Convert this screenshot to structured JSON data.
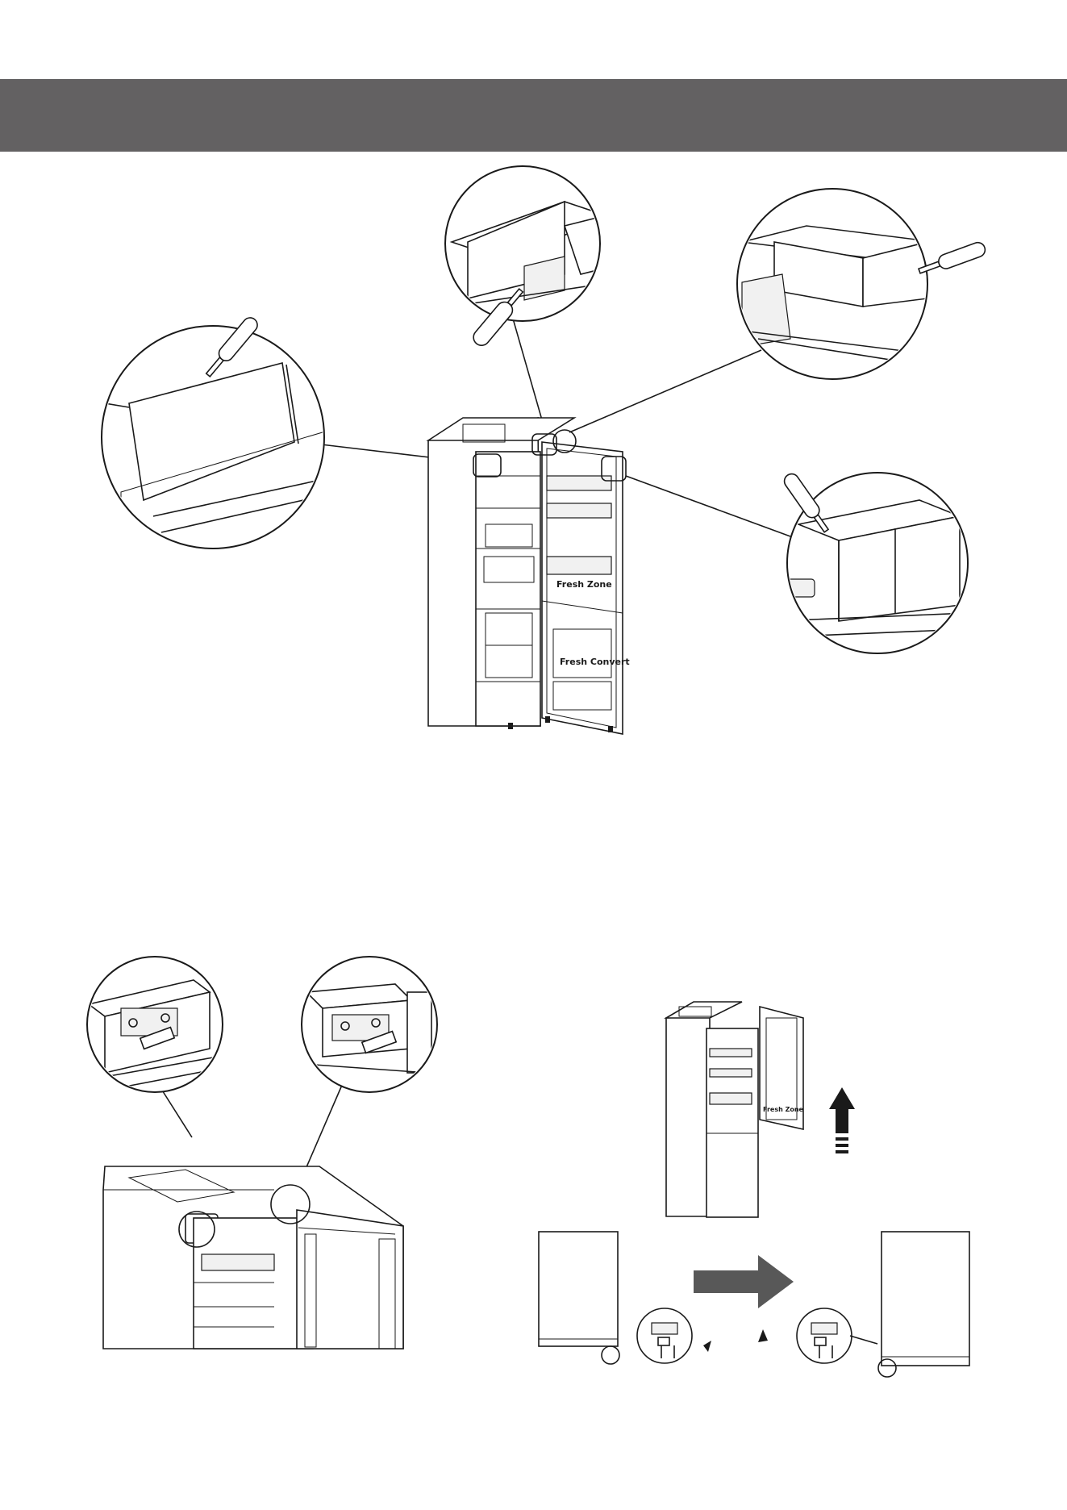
{
  "header": {
    "color": "#636162",
    "title": ""
  },
  "labels": {
    "fresh_zone_upper": "Fresh Zone",
    "fresh_zone_lower": "Fresh Zone",
    "fresh_convert": "Fresh Convert",
    "fresh_zone_small": "Fresh Zone"
  },
  "figures": {
    "arrow_color": "#585858",
    "icons": [
      "screwdriver-icon",
      "arrow-up-icon",
      "arrow-right-icon",
      "magnifier-circle-icon"
    ]
  }
}
